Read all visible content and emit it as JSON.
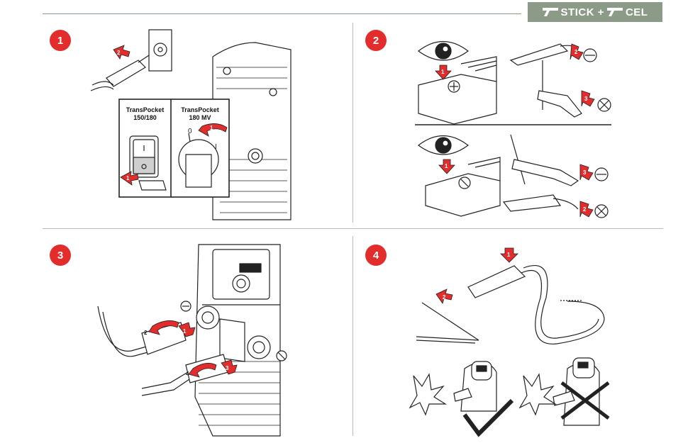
{
  "header": {
    "badge_text_1": "STICK +",
    "badge_text_2": "CEL"
  },
  "steps": [
    {
      "number": "1"
    },
    {
      "number": "2"
    },
    {
      "number": "3"
    },
    {
      "number": "4"
    }
  ],
  "panel1": {
    "model_a_line1": "TransPocket",
    "model_a_line2": "150/180",
    "model_b_line1": "TransPocket",
    "model_b_line2": "180 MV",
    "arrow_labels": [
      "2",
      "1",
      "1"
    ]
  },
  "panel2": {
    "arrow_labels_top": [
      "1",
      "2",
      "3"
    ],
    "arrow_labels_bottom": [
      "1",
      "3",
      "2"
    ]
  },
  "panel3": {
    "arrow_labels": [
      "2",
      "1",
      "4",
      "3"
    ]
  },
  "panel4": {
    "arrow_labels": [
      "1",
      "2"
    ]
  },
  "colors": {
    "accent_red": "#e32c2c",
    "badge_green": "#8c9b88",
    "line_gray": "#b8bcb6"
  }
}
